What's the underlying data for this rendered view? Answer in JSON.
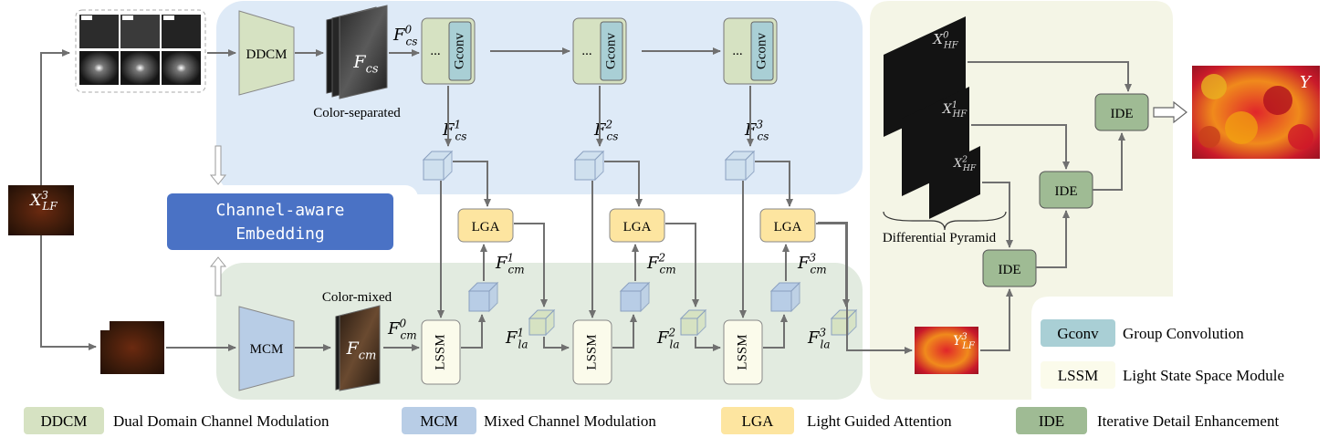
{
  "modules": {
    "ddcm": "DDCM",
    "mcm": "MCM",
    "gconv": "Gconv",
    "ellipsis": "...",
    "lga": "LGA",
    "lssm": "LSSM",
    "ide": "IDE"
  },
  "labels": {
    "color_separated": "Color-separated",
    "color_mixed": "Color-mixed",
    "channel_embedding_line1": "Channel-aware",
    "channel_embedding_line2": "Embedding",
    "differential_pyramid": "Differential Pyramid"
  },
  "math": {
    "x_lf": {
      "base": "X",
      "sup": "3",
      "sub": "LF"
    },
    "f_cs": {
      "base": "F",
      "sub": "cs"
    },
    "f_cm": {
      "base": "F",
      "sub": "cm"
    },
    "f_cs_0": {
      "base": "F",
      "sub": "cs",
      "sup": "0"
    },
    "f_cm_0": {
      "base": "F",
      "sub": "cm",
      "sup": "0"
    },
    "f_cs_list": [
      {
        "base": "F",
        "sub": "cs",
        "sup": "1"
      },
      {
        "base": "F",
        "sub": "cs",
        "sup": "2"
      },
      {
        "base": "F",
        "sub": "cs",
        "sup": "3"
      }
    ],
    "f_cm_list": [
      {
        "base": "F",
        "sub": "cm",
        "sup": "1"
      },
      {
        "base": "F",
        "sub": "cm",
        "sup": "2"
      },
      {
        "base": "F",
        "sub": "cm",
        "sup": "3"
      }
    ],
    "f_la_list": [
      {
        "base": "F",
        "sub": "la",
        "sup": "1"
      },
      {
        "base": "F",
        "sub": "la",
        "sup": "2"
      },
      {
        "base": "F",
        "sub": "la",
        "sup": "3"
      }
    ],
    "x_hf_list": [
      {
        "base": "X",
        "sub": "HF",
        "sup": "0"
      },
      {
        "base": "X",
        "sub": "HF",
        "sup": "1"
      },
      {
        "base": "X",
        "sub": "HF",
        "sup": "2"
      }
    ],
    "y_lf": {
      "base": "Y",
      "sub": "LF",
      "sup": "3"
    },
    "y_out": {
      "base": "Y"
    }
  },
  "legend": [
    {
      "abbr": "DDCM",
      "text": "Dual Domain Channel Modulation",
      "color": "#d6e2c2"
    },
    {
      "abbr": "MCM",
      "text": "Mixed Channel Modulation",
      "color": "#b8cde6"
    },
    {
      "abbr": "LGA",
      "text": "Light Guided Attention",
      "color": "#fde5a0"
    },
    {
      "abbr": "IDE",
      "text": "Iterative Detail Enhancement",
      "color": "#9fbb94"
    },
    {
      "abbr": "Gconv",
      "text": "Group Convolution",
      "color": "#a9cfd5"
    },
    {
      "abbr": "LSSM",
      "text": "Light State Space Module",
      "color": "#fbfbeb"
    }
  ],
  "colors": {
    "blue_region": "#deeaf7",
    "green_region": "#e2ebe0",
    "cream_region": "#f4f5e6",
    "embedding": "#4a72c5",
    "ddcm": "#d6e2c2",
    "mcm": "#b8cde6",
    "lga": "#fde5a0",
    "ide": "#9fbb94",
    "gconv": "#a9cfd5",
    "lssm": "#fbfbeb",
    "arrow": "#707070"
  }
}
